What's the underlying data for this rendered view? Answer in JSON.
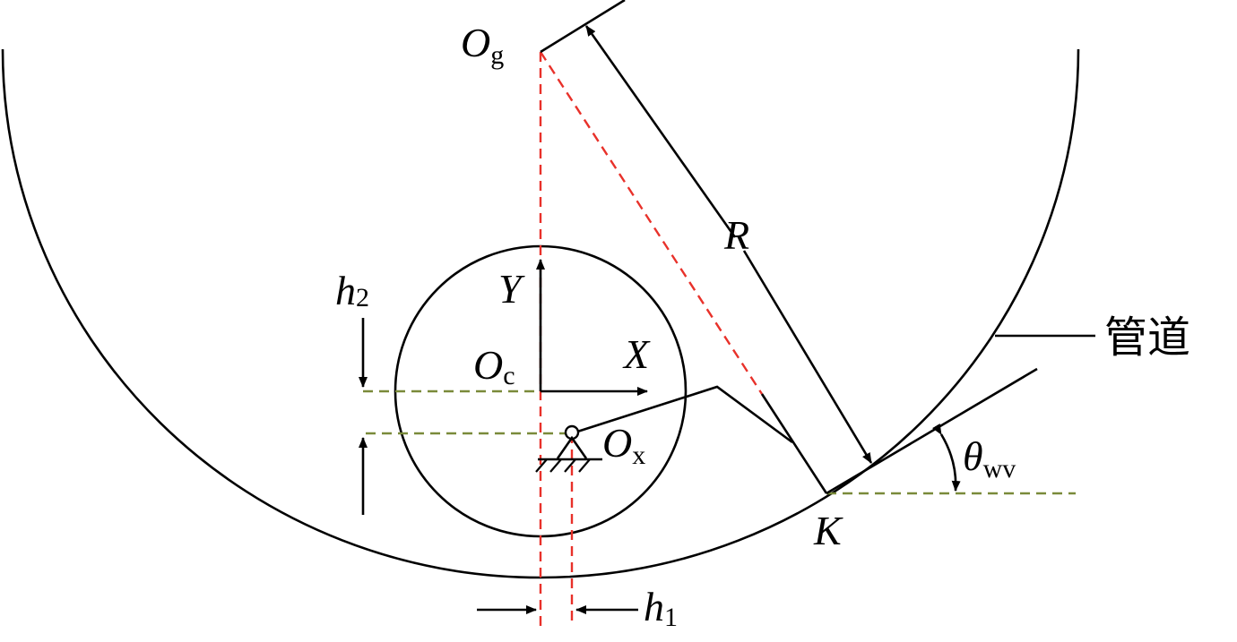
{
  "diagram": {
    "labels": {
      "Og": {
        "main": "O",
        "sub": "g"
      },
      "Oc": {
        "main": "O",
        "sub": "c"
      },
      "Ox": {
        "main": "O",
        "sub": "x"
      },
      "X": "X",
      "Y": "Y",
      "R": "R",
      "K": "K",
      "h1": {
        "main": "h",
        "sub": "1"
      },
      "h2": {
        "main": "h",
        "sub": "2"
      },
      "theta": {
        "main": "θ",
        "sub": "wv"
      },
      "pipe": "管道"
    },
    "colors": {
      "line": "#000000",
      "red_dashed": "#e8312a",
      "green_dashed": "#7a8a3a"
    }
  }
}
